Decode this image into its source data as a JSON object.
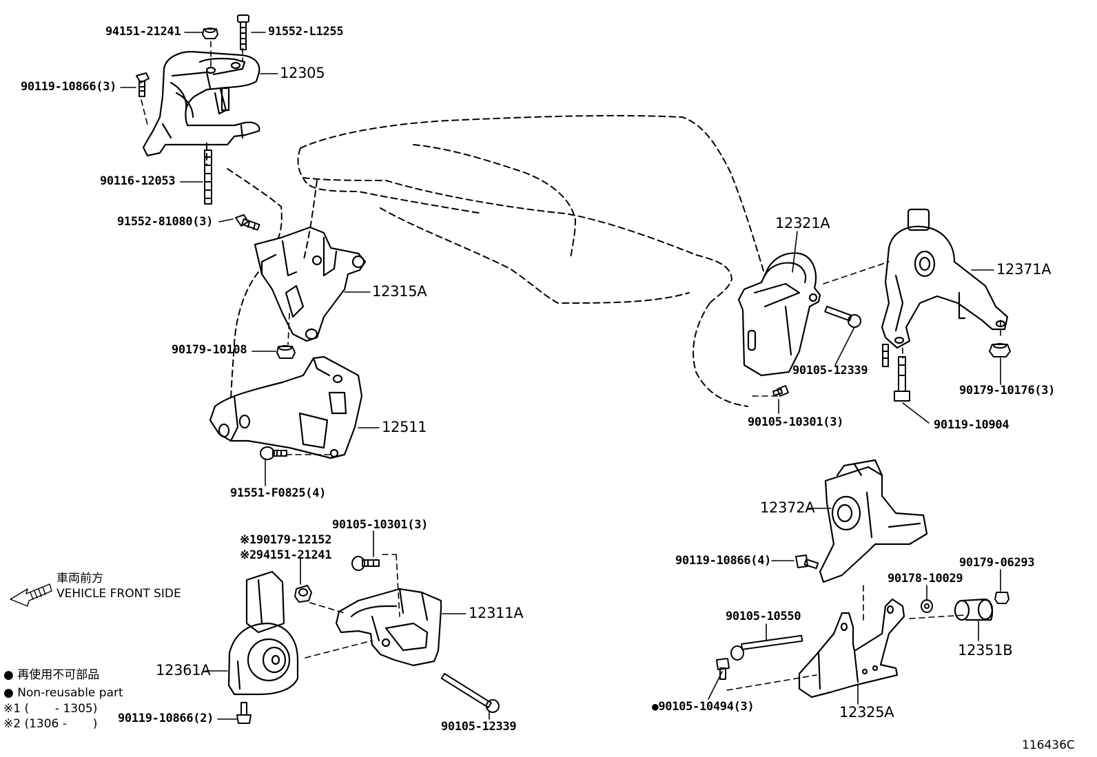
{
  "parts": {
    "p94151_top": "94151-21241",
    "p91552_L1255": "91552-L1255",
    "p12305": "12305",
    "p90119_10866_3": "90119-10866(3)",
    "p90116_12053": "90116-12053",
    "p91552_81080_3": "91552-81080(3)",
    "p12315A": "12315A",
    "p90179_10108": "90179-10108",
    "p12511": "12511",
    "p91551_F0825_4": "91551-F0825(4)",
    "p12321A": "12321A",
    "p12371A": "12371A",
    "p90105_12339_r": "90105-12339",
    "p90179_10176_3": "90179-10176(3)",
    "p90105_10301_3_r": "90105-10301(3)",
    "p90119_10904": "90119-10904",
    "p90105_10301_3_b": "90105-10301(3)",
    "p90179_12152": "90179-12152",
    "p94151_21241_b": "94151-21241",
    "p12311A": "12311A",
    "p12361A": "12361A",
    "p90119_10866_2": "90119-10866(2)",
    "p90105_12339_b": "90105-12339",
    "p12372A": "12372A",
    "p90119_10866_4": "90119-10866(4)",
    "p90179_06293": "90179-06293",
    "p90178_10029": "90178-10029",
    "p90105_10550": "90105-10550",
    "p12351B": "12351B",
    "p90105_10494_3": "90105-10494(3)",
    "p12325A": "12325A"
  },
  "marks": {
    "note1": "※1",
    "note2": "※2",
    "bullet": "●"
  },
  "legend": {
    "direction_jp": "車両前方",
    "direction_en": "VEHICLE FRONT SIDE",
    "nonreusable_jp": "再使用不可部品",
    "nonreusable_en": "Non-reusable part",
    "range1": "※1 (       - 1305)",
    "range2": "※2 (1306 -       )"
  },
  "figure_code": "116436C"
}
